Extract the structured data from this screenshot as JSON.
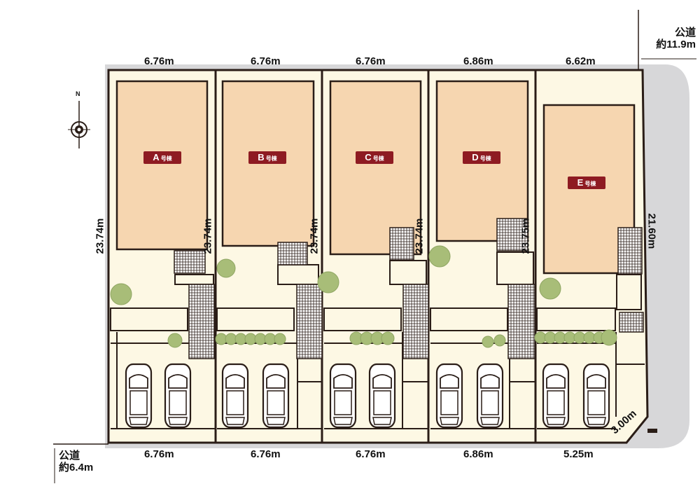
{
  "lots": [
    {
      "id": "A",
      "label": "A",
      "suffix": "号棟",
      "top_width": "6.76m",
      "bottom_width": "6.76m",
      "side_depth": "23.74m"
    },
    {
      "id": "B",
      "label": "B",
      "suffix": "号棟",
      "top_width": "6.76m",
      "bottom_width": "6.76m",
      "side_depth": "23.74m"
    },
    {
      "id": "C",
      "label": "C",
      "suffix": "号棟",
      "top_width": "6.76m",
      "bottom_width": "6.76m",
      "side_depth": "23.74m"
    },
    {
      "id": "D",
      "label": "D",
      "suffix": "号棟",
      "top_width": "6.86m",
      "bottom_width": "6.86m",
      "side_depth": "23.75m"
    },
    {
      "id": "E",
      "label": "E",
      "suffix": "号棟",
      "top_width": "6.62m",
      "bottom_width": "5.25m",
      "side_depth": "21.60m"
    }
  ],
  "left_depth": "23.74m",
  "corner_cut": "3.00m",
  "road_north": {
    "label": "公道",
    "width": "約11.9m"
  },
  "road_south": {
    "label": "公道",
    "width": "約6.4m"
  },
  "compass": {
    "north": "N"
  },
  "colors": {
    "building": "#f6d6b0",
    "yard": "#fdf8e4",
    "outline": "#2a1d17",
    "label_bg": "#8e1b22",
    "shadow": "#d7d7d9",
    "tree": "#a8bd78"
  }
}
